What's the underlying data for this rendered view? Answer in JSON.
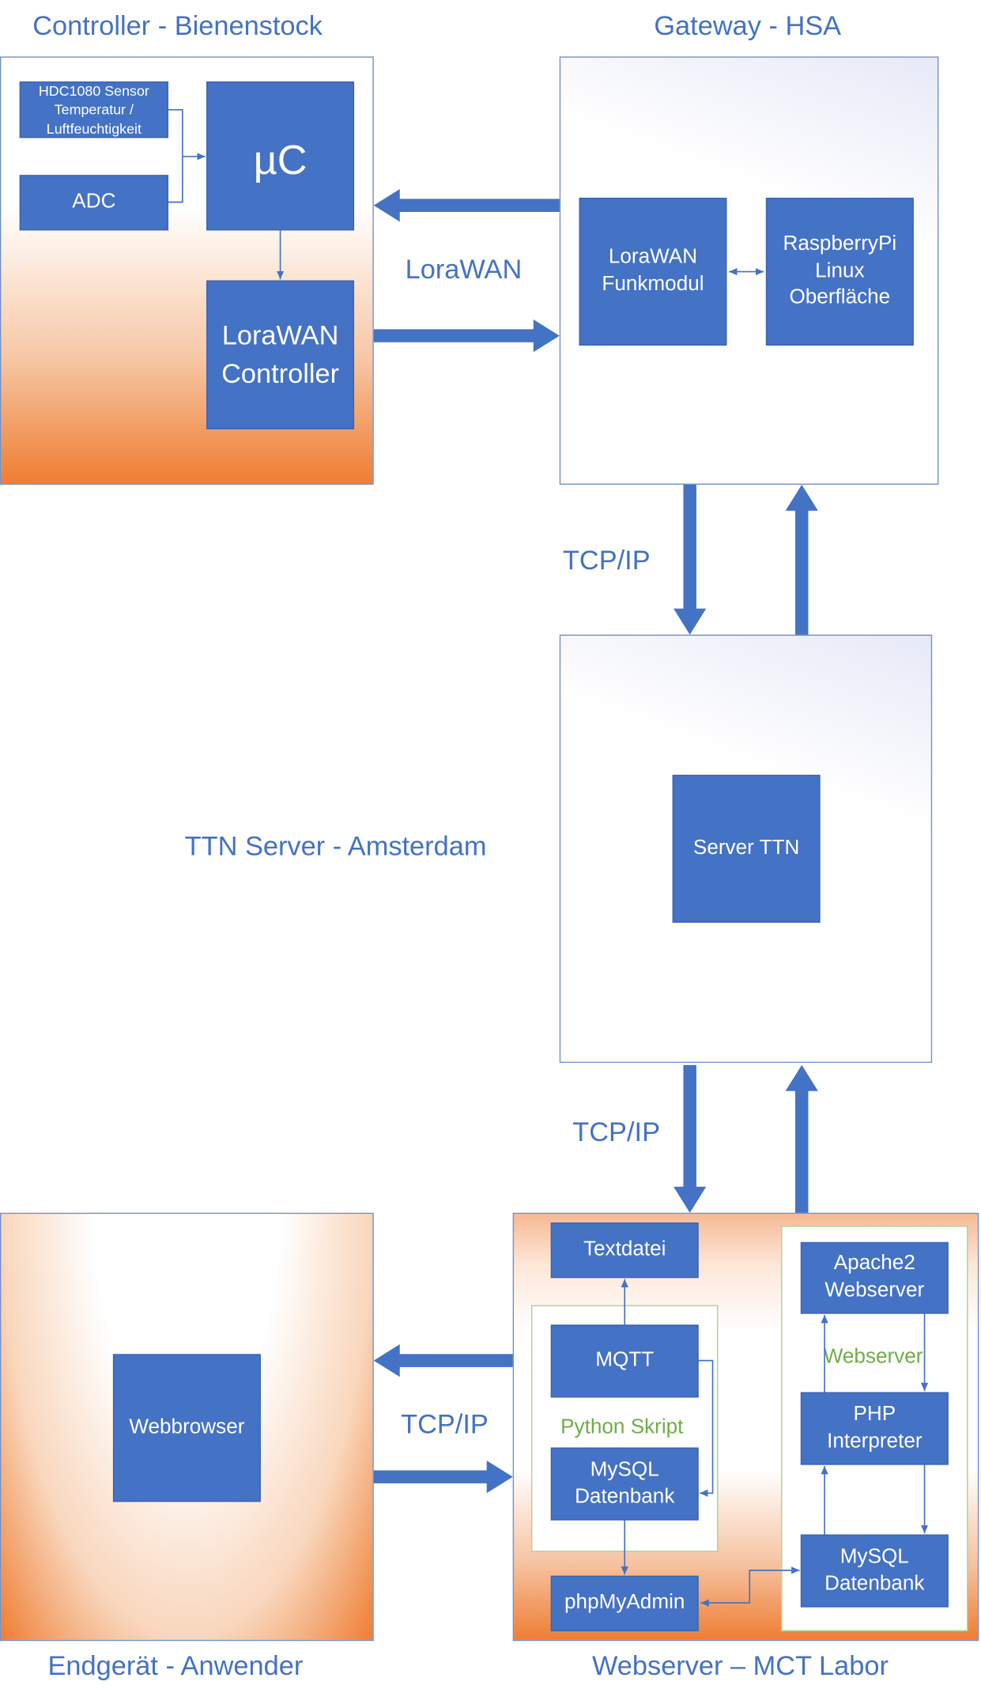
{
  "colors": {
    "accent_blue": "#4472C4",
    "arrow_blue": "#4472C4",
    "gradient_orange": "#ED7D31",
    "group_green": "#70AD47"
  },
  "zones": {
    "controller": {
      "title": "Controller - Bienenstock",
      "boxes": {
        "sensor": "HDC1080 Sensor\nTemperatur /\nLuftfeuchtigkeit",
        "adc": "ADC",
        "uc": "µC",
        "lorawan_controller": "LoraWAN\nController"
      }
    },
    "gateway": {
      "title": "Gateway - HSA",
      "boxes": {
        "funkmodul": "LoraWAN\nFunkmodul",
        "raspberry": "RaspberryPi\nLinux\nOberfläche"
      }
    },
    "ttn": {
      "title": "TTN Server - Amsterdam",
      "boxes": {
        "server_ttn": "Server TTN"
      }
    },
    "endgeraet": {
      "title": "Endgerät - Anwender",
      "boxes": {
        "webbrowser": "Webbrowser"
      }
    },
    "webserver": {
      "title": "Webserver – MCT Labor",
      "boxes": {
        "textdatei": "Textdatei",
        "mqtt": "MQTT",
        "mysql_python": "MySQL\nDatenbank",
        "phpmyadmin": "phpMyAdmin",
        "apache": "Apache2\nWebserver",
        "php": "PHP\nInterpreter",
        "mysql_web": "MySQL\nDatenbank"
      },
      "groups": {
        "python": "Python Skript",
        "webserver": "Webserver"
      }
    }
  },
  "connections": {
    "lorawan": "LoraWAN",
    "tcpip_gateway_ttn": "TCP/IP",
    "tcpip_ttn_webserver": "TCP/IP",
    "tcpip_browser_webserver": "TCP/IP"
  }
}
